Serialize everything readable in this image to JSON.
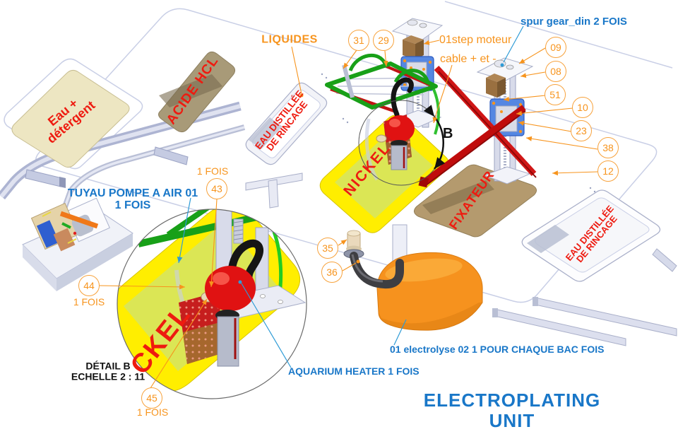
{
  "title": {
    "line1": "ELECTROPLATING",
    "line2": "UNIT"
  },
  "section": {
    "marker": "B",
    "detail_title": "DÉTAIL B",
    "detail_scale": "ECHELLE 2 : 11"
  },
  "labels": {
    "liquides": "LIQUIDES",
    "spur_gear": "spur gear_din  2 FOIS",
    "step_motor": "01step moteur",
    "cable": "cable + et -",
    "tuyau_line1": "TUYAU POMPE A AIR 01",
    "tuyau_line2": "1 FOIS",
    "aquarium_heater": "AQUARIUM HEATER   1 FOIS",
    "electrolyse": "01 electrolyse 02   1 POUR CHAQUE BAC FOIS"
  },
  "tanks": {
    "eau_detergent_line1": "Eau +",
    "eau_detergent_line2": "détergent",
    "acide_hcl": "ACIDE  HCL",
    "eau_distillee_line1": "EAU DISTILLÉE",
    "eau_distillee_line2": "DE  RINCAGE",
    "nickel": "NICKEL",
    "fixateur": "FIXATEUR",
    "nickel_detail_visible": "CKEL"
  },
  "callouts": [
    {
      "number": "31"
    },
    {
      "number": "29"
    },
    {
      "number": "09"
    },
    {
      "number": "08"
    },
    {
      "number": "51"
    },
    {
      "number": "10"
    },
    {
      "number": "23"
    },
    {
      "number": "38"
    },
    {
      "number": "12"
    },
    {
      "number": "43",
      "qty": "1 FOIS"
    },
    {
      "number": "44",
      "qty": "1 FOIS"
    },
    {
      "number": "45",
      "qty": "1 FOIS"
    },
    {
      "number": "35"
    },
    {
      "number": "36"
    }
  ],
  "colors": {
    "accent_orange": "#F7941D",
    "label_blue": "#1977C8",
    "text_red": "#EE1B10",
    "tank_yellow": "#FFEE00",
    "frame_green": "#18A018",
    "beam_red": "#C00C0C",
    "carriage_blue": "#5587E2",
    "electrolyse_orange": "#F6921E"
  }
}
